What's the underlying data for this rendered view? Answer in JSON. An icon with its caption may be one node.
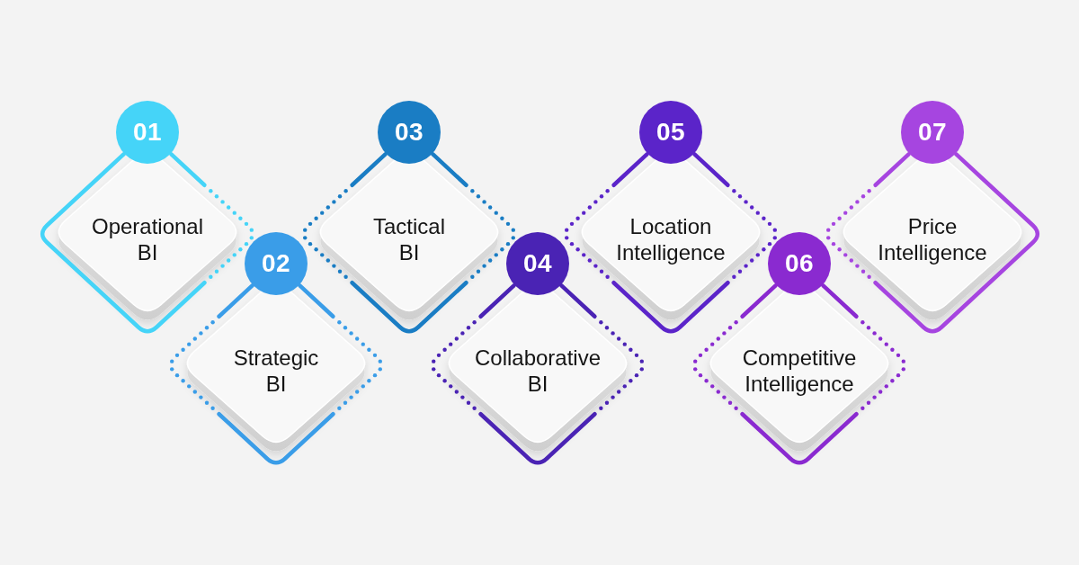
{
  "diagram": {
    "nodes": [
      {
        "text": [
          "01"
        ]
      },
      {
        "text": [
          "Operational BI"
        ]
      },
      {
        "text": [
          "02"
        ]
      },
      {
        "text": [
          "Strategic BI"
        ]
      },
      {
        "text": [
          "03"
        ]
      },
      {
        "text": [
          "Tactical BI"
        ]
      },
      {
        "text": [
          "04"
        ]
      },
      {
        "text": [
          "Collaborative BI"
        ]
      },
      {
        "text": [
          "05"
        ]
      },
      {
        "text": [
          "Location Intelligence"
        ]
      },
      {
        "text": [
          "06"
        ]
      },
      {
        "text": [
          "Competitive Intelligence"
        ]
      },
      {
        "text": [
          "07"
        ]
      },
      {
        "text": [
          "Price Intelligence"
        ]
      }
    ]
  }
}
